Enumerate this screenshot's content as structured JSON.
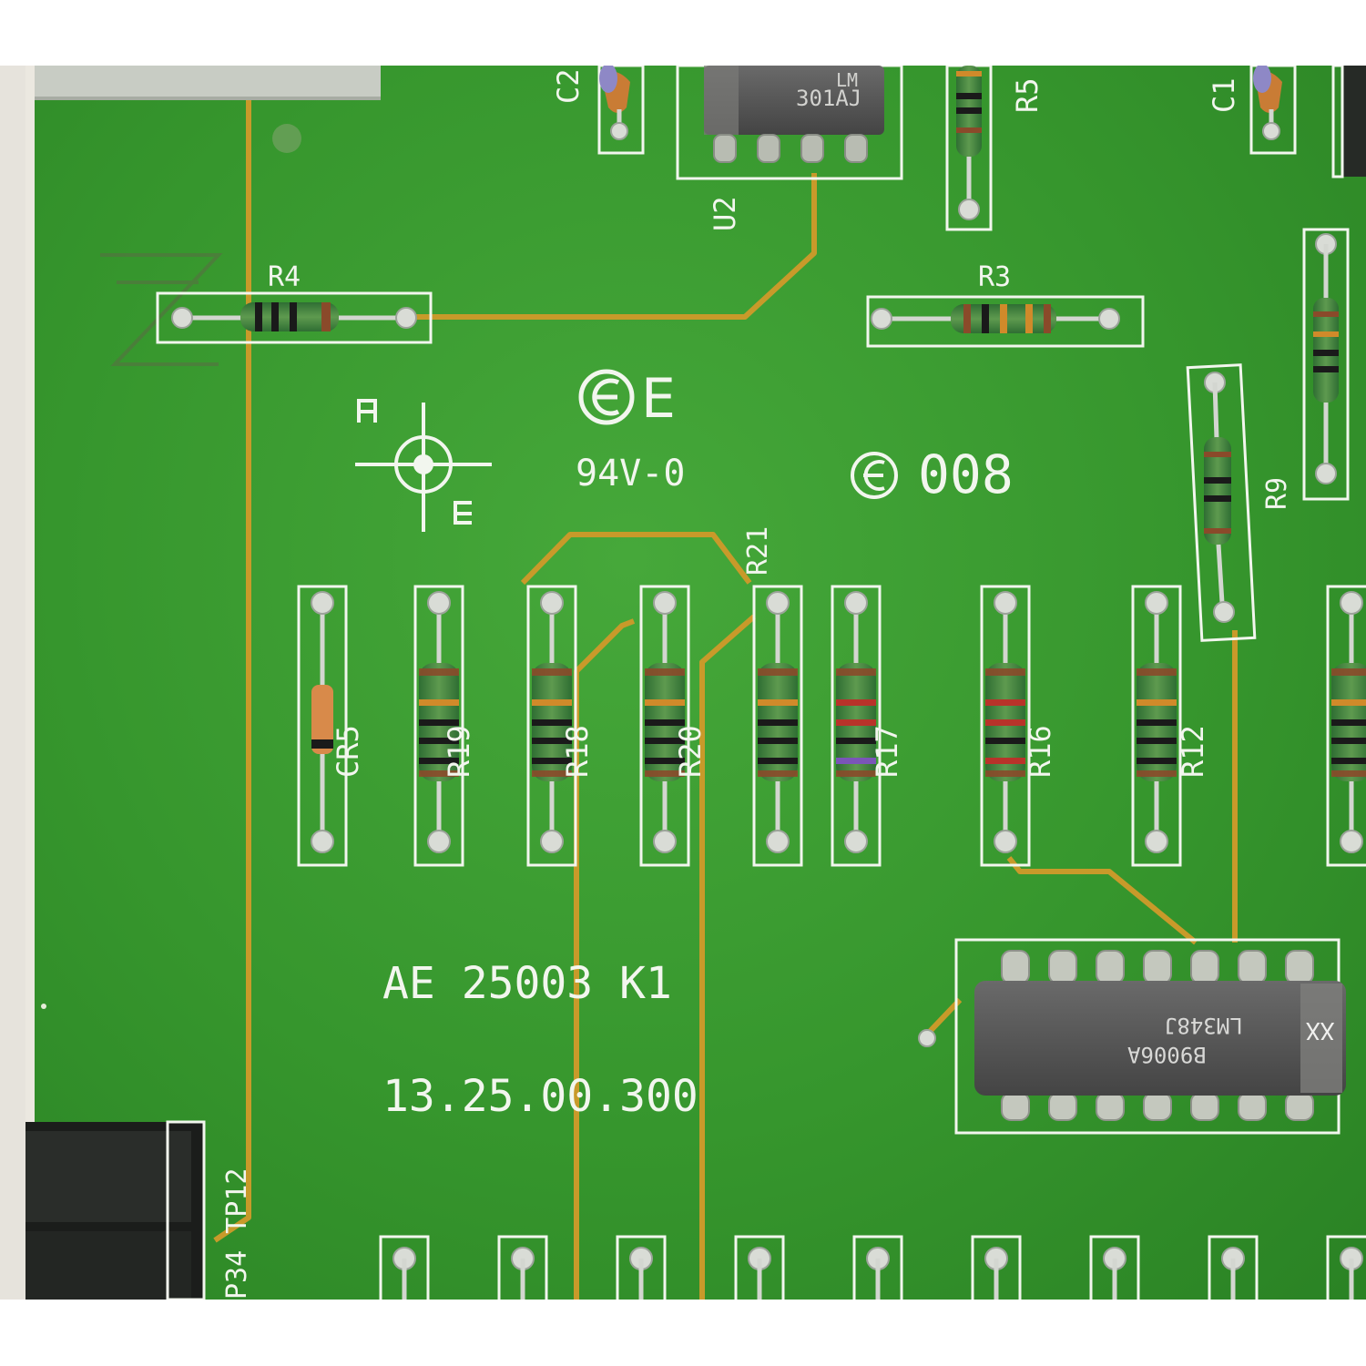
{
  "labels": {
    "u1_line1": "LM",
    "u1_line2": "301AJ",
    "u2": "U2",
    "r5": "R5",
    "c1": "C1",
    "c2": "C2",
    "r4": "R4",
    "r3": "R3",
    "r9": "R9",
    "ce": "E",
    "rating": "94V-0",
    "code": "008",
    "r21": "R21",
    "cr5": "CR5",
    "r19": "R19",
    "r18": "R18",
    "r20": "R20",
    "r17": "R17",
    "r16": "R16",
    "r12": "R12",
    "part_code": "AE 25003 K1",
    "serial": "13.25.00.300",
    "tp": "P34 TP12",
    "ic_line1": "LM348J",
    "ic_line2": "B9006A",
    "ic_mark": "XX"
  },
  "colors": {
    "board": "#3a9a30",
    "trace": "#c89a2a",
    "silkscreen": "#f2f6ee",
    "ic_body": "#5a5a5a"
  }
}
